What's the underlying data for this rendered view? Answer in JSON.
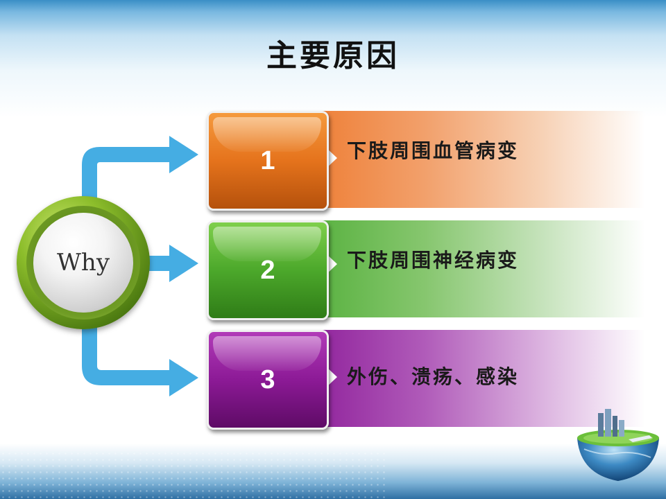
{
  "slide": {
    "title": "主要原因",
    "center_label": "Why"
  },
  "items": [
    {
      "number": "1",
      "text": "下肢周围血管病变",
      "color": "#ee7d33"
    },
    {
      "number": "2",
      "text": "下肢周围神经病变",
      "color": "#55b03c"
    },
    {
      "number": "3",
      "text": "外伤、溃疡、感染",
      "color": "#8e1f9a"
    }
  ],
  "theme": {
    "connector_color": "#45ade3",
    "why_ring_color": "#7fb02a"
  }
}
